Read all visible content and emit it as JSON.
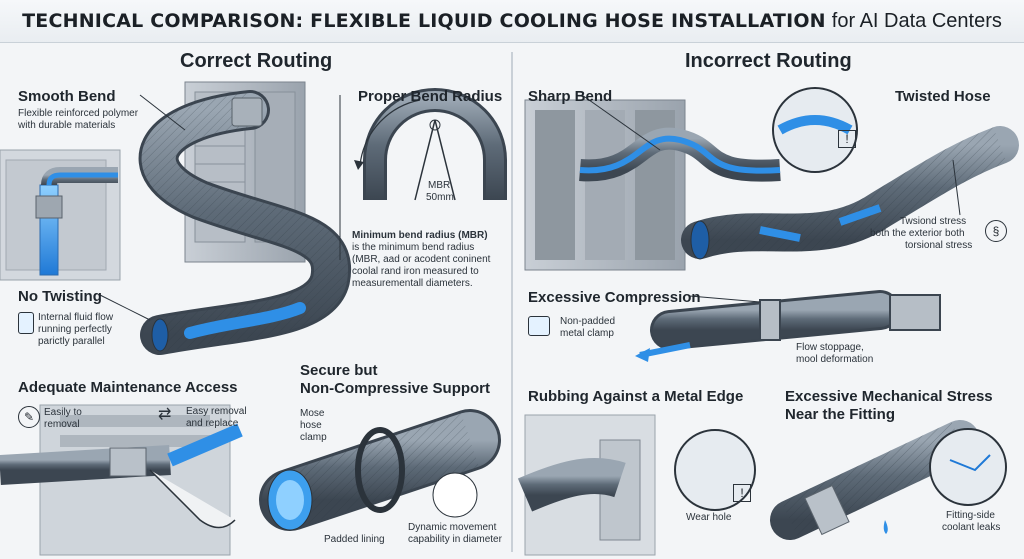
{
  "header": {
    "title_main": "TECHNICAL COMPARISON: FLEXIBLE LIQUID COOLING HOSE INSTALLATION",
    "title_sub": "for AI Data Centers"
  },
  "colors": {
    "coolant": "#2f8fe6",
    "hose": "#6c7a88",
    "background": "#f3f5f7",
    "text": "#1f262d"
  },
  "correct": {
    "heading": "Correct Routing",
    "smooth_bend": {
      "title": "Smooth Bend",
      "note_1": "Flexible reinforced polymer",
      "note_2": "with durable materials"
    },
    "bend_radius": {
      "title": "Proper Bend Radius",
      "gauge_1": "MBR",
      "gauge_2": "50mm",
      "note_1": "Minimum bend radius (MBR)",
      "note_2": "is the minimum bend radius",
      "note_3": "(MBR, aad or acodent coninent",
      "note_4": "coolal rand iron measured to",
      "note_5": "measurementall diameters."
    },
    "no_twisting": {
      "title": "No Twisting",
      "note_1": "Internal fluid flow",
      "note_2": "running perfectly",
      "note_3": "parictly parallel"
    },
    "maintenance": {
      "title": "Adequate Maintenance Access",
      "note_a1": "Easily to",
      "note_a2": "removal",
      "note_b1": "Easy removal",
      "note_b2": "and replace"
    },
    "support": {
      "title_1": "Secure but",
      "title_2": "Non-Compressive Support",
      "clamp_1": "Mose",
      "clamp_2": "hose",
      "clamp_3": "clamp",
      "lining": "Padded lining",
      "dynamic_1": "Dynamic movement",
      "dynamic_2": "capability in diameter"
    }
  },
  "incorrect": {
    "heading": "Incorrect Routing",
    "sharp_bend": {
      "title": "Sharp Bend"
    },
    "twisted": {
      "title": "Twisted Hose",
      "note_1": "Twsiond stress",
      "note_2": "both the exterior both",
      "note_3": "torsional stress"
    },
    "compression": {
      "title": "Excessive Compression",
      "clamp_1": "Non-padded",
      "clamp_2": "metal clamp",
      "flow_1": "Flow stoppage,",
      "flow_2": "mool deformation"
    },
    "rubbing": {
      "title": "Rubbing Against a Metal Edge",
      "wear": "Wear hole"
    },
    "stress": {
      "title_1": "Excessive Mechanical Stress",
      "title_2": "Near the Fitting",
      "leak_1": "Fitting-side",
      "leak_2": "coolant leaks"
    }
  }
}
